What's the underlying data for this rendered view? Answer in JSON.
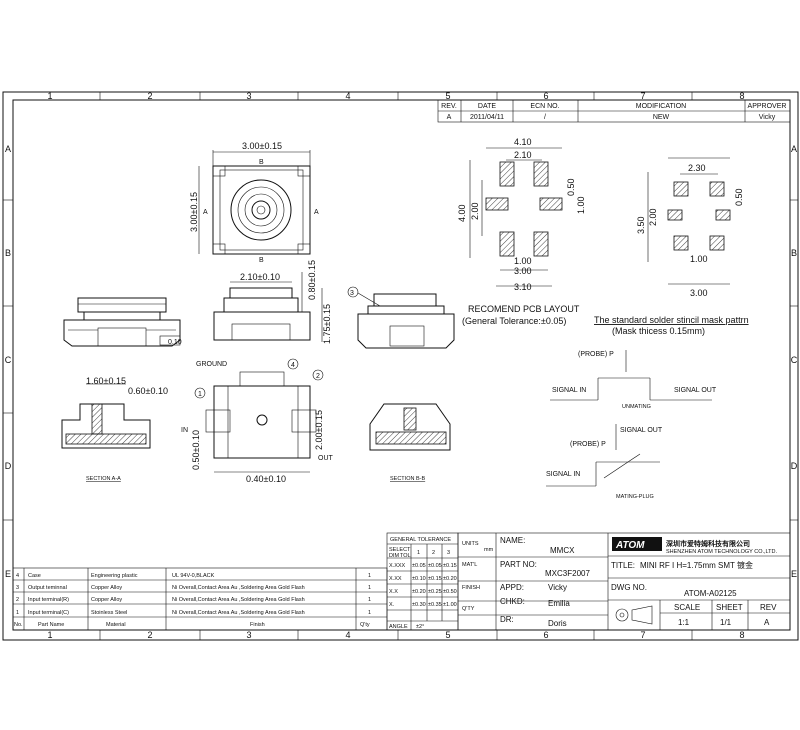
{
  "zones": {
    "cols": [
      "1",
      "2",
      "3",
      "4",
      "5",
      "6",
      "7",
      "8"
    ],
    "rows": [
      "A",
      "B",
      "C",
      "D",
      "E"
    ]
  },
  "revision": {
    "headers": [
      "REV.",
      "DATE",
      "ECN NO.",
      "MODIFICATION",
      "APPROVER"
    ],
    "row": [
      "A",
      "2011/04/11",
      "/",
      "NEW",
      "Vicky"
    ]
  },
  "top_view": {
    "width": "3.00±0.15",
    "height": "3.00±0.15",
    "a_left": "A",
    "a_right": "A",
    "b_top": "B",
    "b_bottom": "B"
  },
  "side_view": {
    "width": "2.10±0.10",
    "top_height": "0.80±0.15",
    "height": "1.75±0.15",
    "flat_tol": "0.10"
  },
  "callout_3": "3",
  "pcb_layout": {
    "w_outer": "4.10",
    "w_inner": "2.10",
    "pad": "0.50",
    "gap": "1.00",
    "height": "4.00",
    "inner_h": "2.00",
    "pad_w": "1.00",
    "w_bottom_inner": "3.00",
    "w_bottom": "3.10",
    "title": "RECOMEND PCB LAYOUT",
    "tolerance": "(General Tolerance:±0.05)"
  },
  "stencil": {
    "w_inner": "2.30",
    "pad": "0.50",
    "height": "3.50",
    "inner_h": "2.00",
    "pad_w": "1.00",
    "w_bottom": "3.00",
    "title": "The standard solder stincil mask pattrn",
    "note": "(Mask thicess 0.15mm)"
  },
  "section_a": {
    "dim1": "1.60±0.15",
    "dim2": "0.60±0.10",
    "label": "SECTION A-A"
  },
  "section_b": {
    "label": "SECTION B-B"
  },
  "bottom_view": {
    "ground": "GROUND",
    "c1": "1",
    "c2": "2",
    "c4": "4",
    "in": "IN",
    "out": "OUT",
    "v_left": "0.50±0.10",
    "v_right": "2.00±0.15",
    "bottom": "0.40±0.10"
  },
  "schematic": {
    "probe1": "(PROBE) P",
    "signal_in1": "SIGNAL IN",
    "signal_out1": "SIGNAL OUT",
    "unmating": "UNMATING",
    "probe2": "(PROBE) P",
    "signal_out2": "SIGNAL OUT",
    "signal_in2": "SIGNAL IN",
    "mating": "MATING-PLUG"
  },
  "bom": {
    "headers": [
      "No.",
      "Part Name",
      "Material",
      "Finish",
      "Q'ty"
    ],
    "rows": [
      [
        "4",
        "Case",
        "Engineering plastic",
        "UL 94V-0,BLACK",
        "1"
      ],
      [
        "3",
        "Output teminnal",
        "Copper Alloy",
        "Ni Overall,Contact Area Au ,Soldering Area Gold Flash",
        "1"
      ],
      [
        "2",
        "Input terminal(R)",
        "Copper Alloy",
        "Ni Overall,Contact Area Au ,Soldering Area Gold Flash",
        "1"
      ],
      [
        "1",
        "Input terminal(C)",
        "Stoinless Steel",
        "Ni Overall,Contact Area Au ,Soldering Area Gold Flash",
        "1"
      ]
    ]
  },
  "tolerance": {
    "title": "GENERAL TOLERANCE",
    "select": "SELECT",
    "tol": "TOL",
    "dim": "DIM",
    "cols": [
      "1",
      "2",
      "3"
    ],
    "rows": [
      [
        "X.XXX",
        "±0.05",
        "±0.05",
        "±0.15"
      ],
      [
        "X.XX",
        "±0.10",
        "±0.15",
        "±0.20"
      ],
      [
        "X.X",
        "±0.20",
        "±0.25",
        "±0.50"
      ],
      [
        "X.",
        "±0.30",
        "±0.35",
        "±1.00"
      ]
    ],
    "angle": "ANGLE",
    "angle_val": "±2°"
  },
  "title_block": {
    "units": "UNITS",
    "units_val": "mm",
    "name_label": "NAME:",
    "name": "MMCX",
    "matl": "MAT'L",
    "part_no_label": "PART NO:",
    "part_no": "MXC3F2007",
    "finish": "FINISH",
    "appd_label": "APPD:",
    "appd": "Vicky",
    "chkd_label": "CHKD:",
    "chkd": "Emilia",
    "qty": "Q'TY",
    "dr_label": "DR:",
    "dr": "Doris",
    "brand": "ATOM",
    "company_cn": "深圳市爱特姆科技有限公司",
    "company_en": "SHENZHEN ATOM TECHNOLOGY CO.,LTD.",
    "title_label": "TITLE:",
    "title": "MINI RF I H=1.75mm SMT 镀金",
    "dwg_label": "DWG NO.",
    "dwg": "ATOM-A02125",
    "scale_label": "SCALE",
    "scale": "1:1",
    "sheet_label": "SHEET",
    "sheet": "1/1",
    "rev_label": "REV",
    "rev": "A"
  }
}
